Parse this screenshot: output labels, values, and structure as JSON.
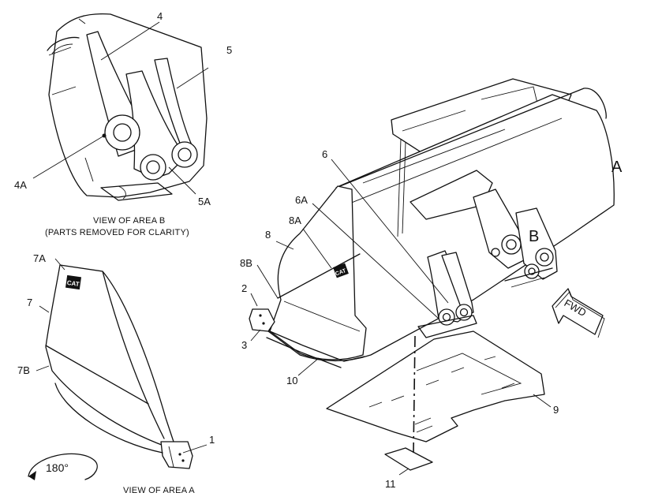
{
  "labels": {
    "l1": "1",
    "l2": "2",
    "l3": "3",
    "l4": "4",
    "l4a": "4A",
    "l5": "5",
    "l5a": "5A",
    "l6": "6",
    "l6a": "6A",
    "l7": "7",
    "l7a": "7A",
    "l7b": "7B",
    "l8": "8",
    "l8a": "8A",
    "l8b": "8B",
    "l9": "9",
    "l10": "10",
    "l11": "11",
    "areaA": "A",
    "areaB": "B"
  },
  "captions": {
    "view_b_line1": "VIEW OF AREA  B",
    "view_b_line2": "(PARTS REMOVED FOR CLARITY)",
    "view_a": "VIEW OF AREA  A",
    "rotate": "180°",
    "fwd": "FWD"
  },
  "decals": {
    "cat_logo": "CAT"
  },
  "colors": {
    "ink": "#111111",
    "paper": "#ffffff"
  }
}
